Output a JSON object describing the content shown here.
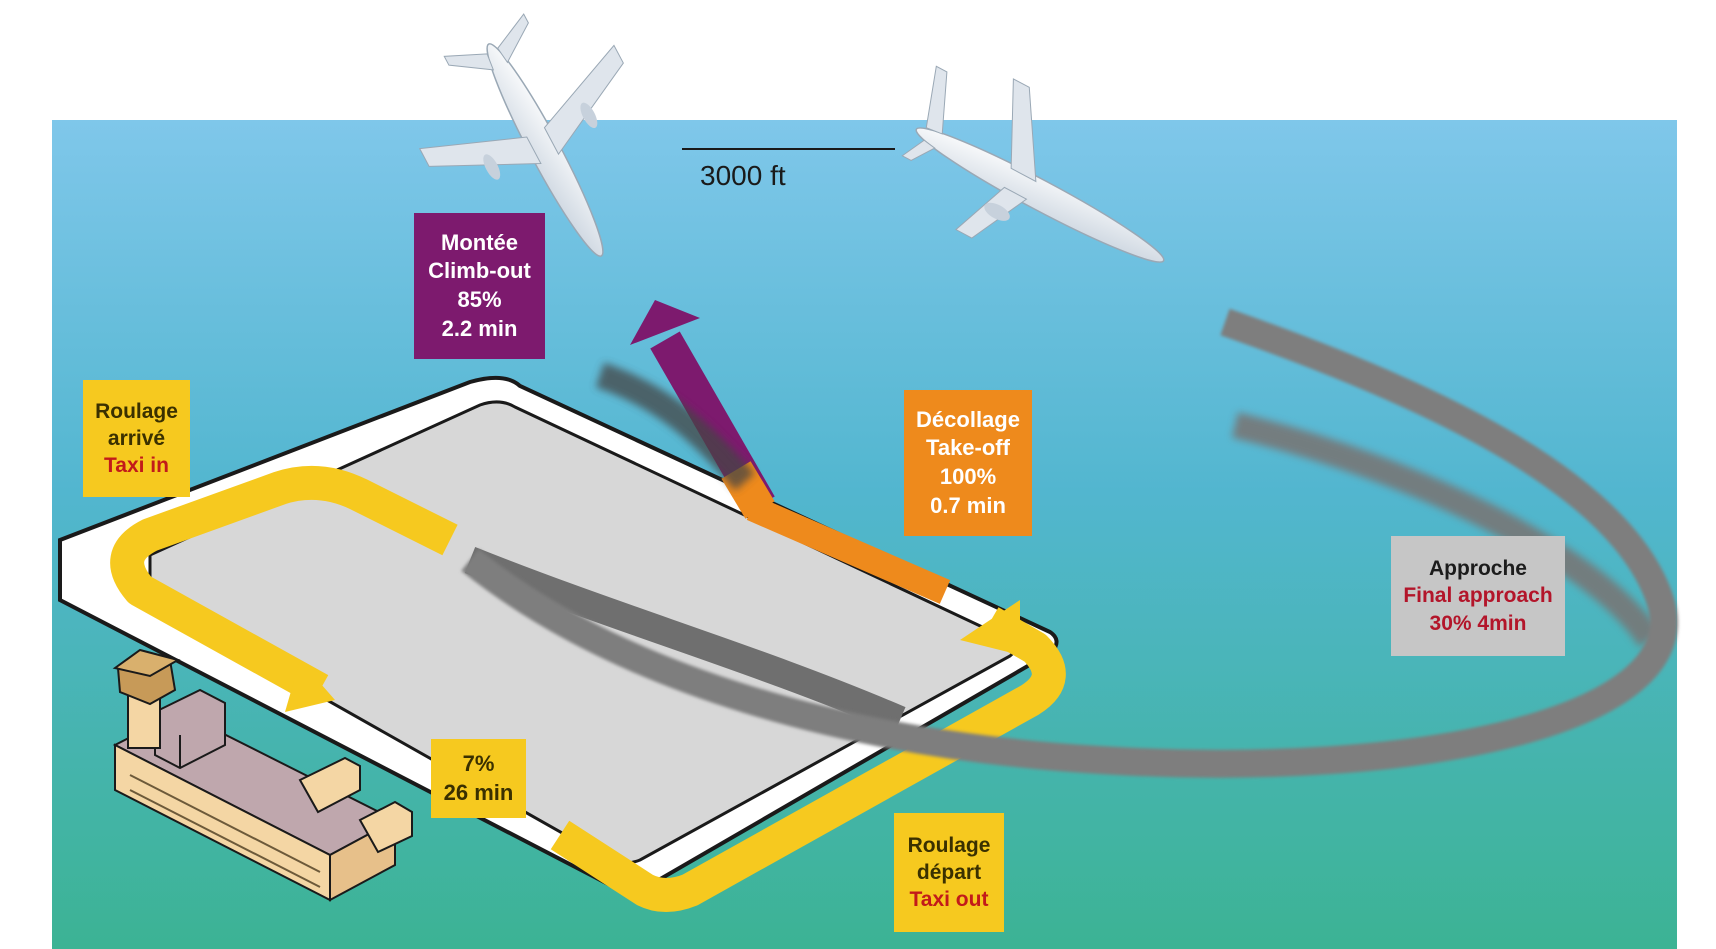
{
  "altitude_label": "3000 ft",
  "phases": {
    "climb_out": {
      "lines": [
        "Montée",
        "Climb-out",
        "85%",
        "2.2 min"
      ]
    },
    "taxi_in": {
      "lines": [
        "Roulage",
        "arrivé",
        "Taxi in"
      ]
    },
    "take_off": {
      "lines": [
        "Décollage",
        "Take-off",
        "100%",
        "0.7 min"
      ]
    },
    "approach": {
      "lines": [
        "Approche",
        "Final approach",
        "30% 4min"
      ]
    },
    "idle": {
      "lines": [
        "7%",
        "26 min"
      ]
    },
    "taxi_out": {
      "lines": [
        "Roulage",
        "départ",
        "Taxi out"
      ]
    }
  },
  "colors": {
    "sky_top": "#7cc6e8",
    "sky_bottom": "#3fb494",
    "taxi": "#f6c91f",
    "takeoff": "#ee8a1c",
    "climb": "#7d1a6e",
    "approach": "#808080",
    "runway": "#d7d7d7"
  },
  "icons": [
    "airplane-icon",
    "control-tower-icon",
    "terminal-building-icon"
  ]
}
